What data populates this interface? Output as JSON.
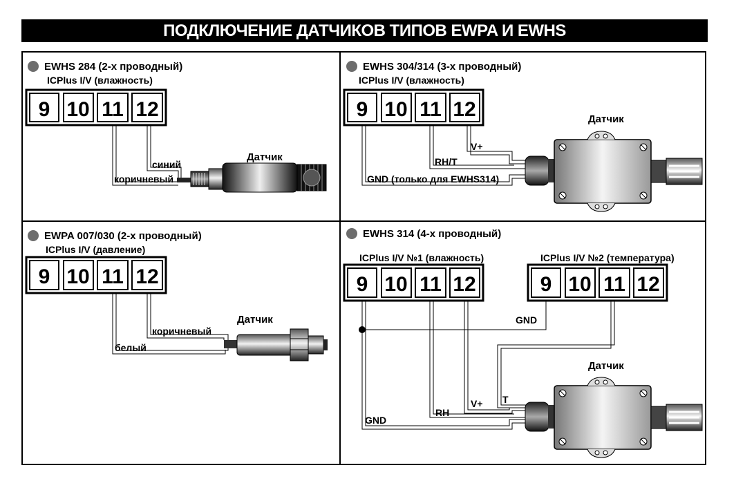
{
  "title": "ПОДКЛЮЧЕНИЕ ДАТЧИКОВ ТИПОВ EWPA И EWHS",
  "terminal_numbers": [
    "9",
    "10",
    "11",
    "12"
  ],
  "sensor_label": "Датчик",
  "panels": {
    "top_left": {
      "heading": "EWHS 284 (2-х проводный)",
      "module": "ICPlus I/V (влажность)",
      "wires": {
        "blue": "синий",
        "brown": "коричневый"
      }
    },
    "top_right": {
      "heading": "EWHS 304/314  (3-х проводный)",
      "module": "ICPlus I/V (влажность)",
      "wires": {
        "vplus": "V+",
        "rht": "RH/T",
        "gnd": "GND (только для EWHS314)"
      }
    },
    "bottom_left": {
      "heading": "EWPA 007/030 (2-х проводный)",
      "module": "ICPlus I/V (давление)",
      "wires": {
        "brown": "коричневый",
        "white": "белый"
      }
    },
    "bottom_right": {
      "heading": "EWHS 314  (4-х проводный)",
      "module1": "ICPlus I/V №1 (влажность)",
      "module2": "ICPlus I/V №2 (температура)",
      "wires": {
        "gnd_top": "GND",
        "gnd": "GND",
        "rh": "RH",
        "vplus": "V+",
        "t": "T"
      }
    }
  }
}
